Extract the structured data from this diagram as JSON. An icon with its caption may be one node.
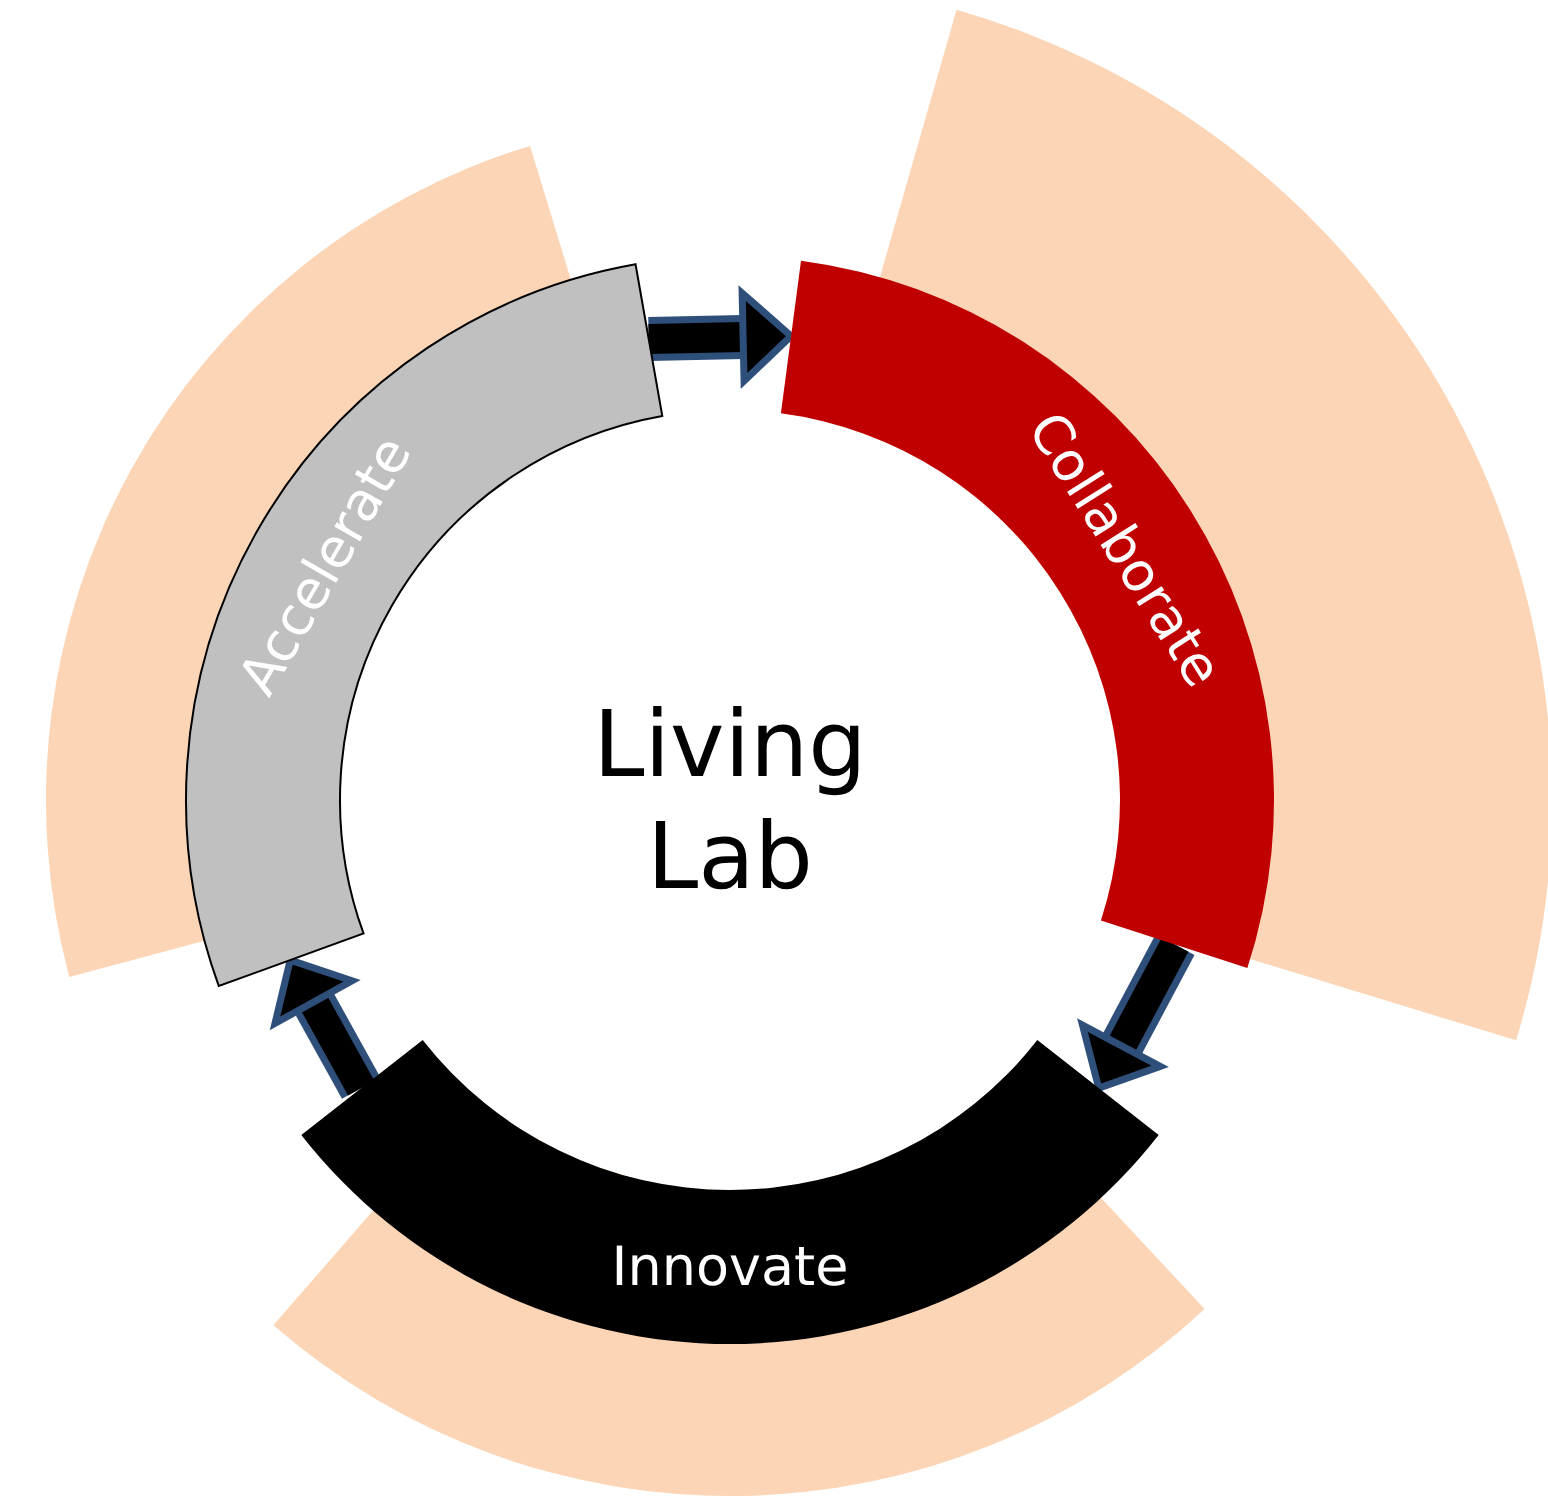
{
  "diagram": {
    "nodes": [
      {
        "text": [
          "Living Lab"
        ]
      },
      {
        "text": [
          "Collaborate"
        ]
      },
      {
        "text": [
          "Innovate"
        ]
      },
      {
        "text": [
          "Accelerate"
        ]
      }
    ],
    "edges": [
      {
        "from": 3,
        "to": 1,
        "arrow": "to"
      },
      {
        "from": 1,
        "to": 2,
        "arrow": "to"
      },
      {
        "from": 2,
        "to": 3,
        "arrow": "to"
      }
    ]
  }
}
